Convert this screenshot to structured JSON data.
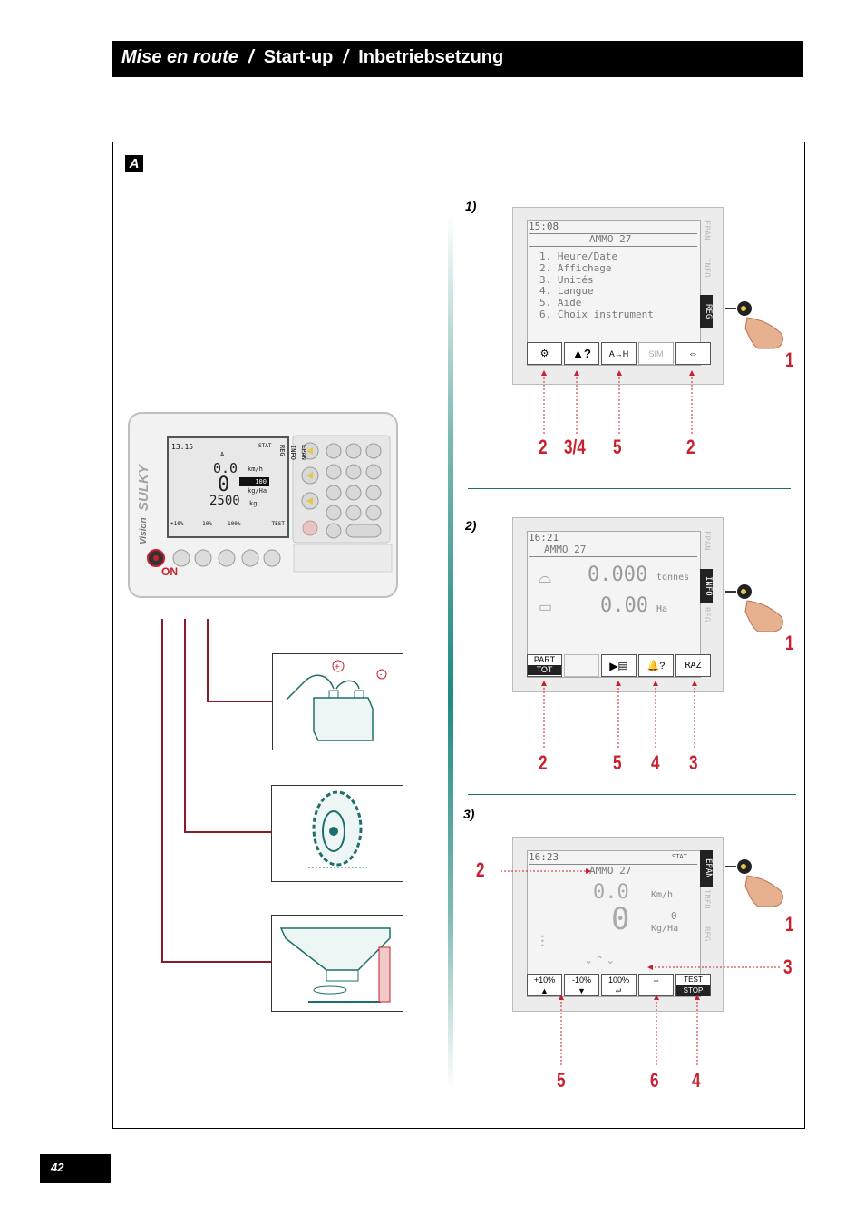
{
  "header": {
    "title_fr": "Mise en route",
    "sep1": "/",
    "title_en": "Start-up",
    "sep2": "/",
    "title_de": "Inbetriebsetzung"
  },
  "section_label": "A",
  "device": {
    "brand": "SULKY",
    "model": "Vision",
    "on_label": "ON",
    "screen": {
      "time": "13:15",
      "status": "STAT",
      "product": "A",
      "speed": "0.0",
      "speed_unit": "km/h",
      "rate_box": "100",
      "rate": "0",
      "rate_unit": "kg/Ha",
      "weight": "2500",
      "weight_unit": "kg",
      "buttons": [
        "+10%",
        "-10%",
        "100%",
        "",
        "TEST"
      ],
      "tabs": [
        "EPAN",
        "INFO",
        "REG"
      ]
    }
  },
  "steps": [
    {
      "label": "1)",
      "time": "15:08",
      "product": "AMMO 27",
      "menu": [
        "1. Heure/Date",
        "2. Affichage",
        "3. Unités",
        "4. Langue",
        "5. Aide",
        "6. Choix instrument"
      ],
      "tabs": [
        "EPAN",
        "INFO",
        "REG"
      ],
      "active_tab": "REG",
      "softkeys": [
        "",
        "?",
        "A→H",
        "SIM",
        ""
      ],
      "callouts": [
        "2",
        "3/4",
        "5",
        "2"
      ],
      "hand_label": "1"
    },
    {
      "label": "2)",
      "time": "16:21",
      "product": "AMMO 27",
      "value1": "0.000",
      "unit1": "tonnes",
      "value2": "0.00",
      "unit2": "Ha",
      "tabs": [
        "EPAN",
        "INFO",
        "REG"
      ],
      "active_tab": "INFO",
      "softkeys": [
        "PART",
        "TOT",
        "",
        "?",
        "RAZ"
      ],
      "callouts": [
        "2",
        "5",
        "4",
        "3"
      ],
      "hand_label": "1"
    },
    {
      "label": "3)",
      "time": "16:23",
      "status": "STAT",
      "product": "AMMO 27",
      "speed": "0.0",
      "speed_unit": "Km/h",
      "rate": "0",
      "rate_small": "0",
      "rate_unit": "Kg/Ha",
      "tabs": [
        "EPAN",
        "INFO",
        "REG"
      ],
      "active_tab": "EPAN",
      "softkeys": [
        "+10%",
        "-10%",
        "100%",
        "",
        "TEST",
        "STOP"
      ],
      "callouts_left": [
        "2"
      ],
      "callouts_right": [
        "3"
      ],
      "callouts_bottom": [
        "5",
        "6",
        "4"
      ],
      "hand_label": "1"
    }
  ],
  "page_number": "42"
}
